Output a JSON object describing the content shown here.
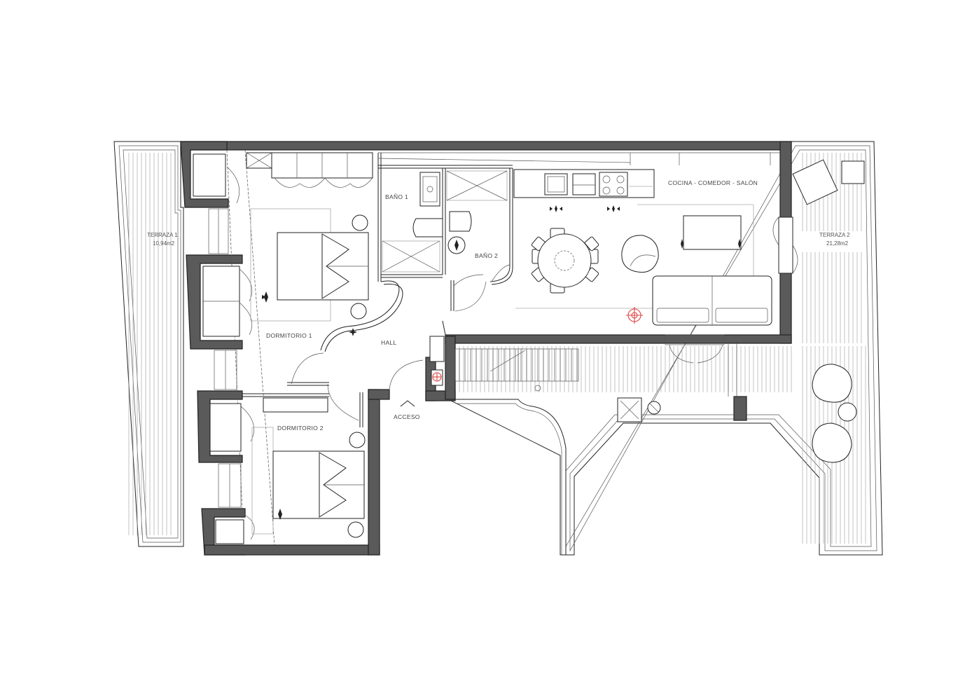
{
  "rooms": {
    "terraza1_name": "TERRAZA 1",
    "terraza1_area": "10,94m2",
    "terraza2_name": "TERRAZA 2",
    "terraza2_area": "21,28m2",
    "dormitorio1": "DORMITORIO 1",
    "dormitorio2": "DORMITORIO 2",
    "bano1": "BAÑO 1",
    "bano2": "BAÑO 2",
    "hall": "HALL",
    "cocina": "COCINA - COMEDOR - SALÓN",
    "acceso": "ACCESO"
  },
  "colors": {
    "wall": "#5a5a5a",
    "line": "#222222",
    "accent_red": "#e04040",
    "background": "#ffffff"
  }
}
